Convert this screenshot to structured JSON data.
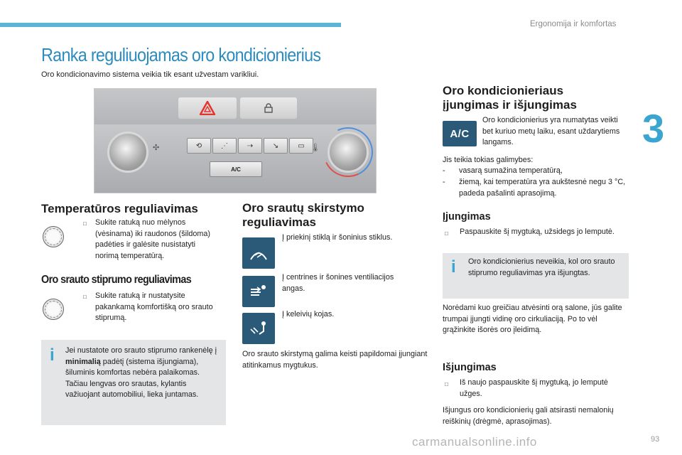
{
  "header": {
    "section_label": "Ergonomija ir komfortas",
    "chapter": "3"
  },
  "page": {
    "title": "Ranka reguliuojamas oro kondicionierius",
    "subtitle": "Oro kondicionavimo sistema veikia tik esant užvestam varikliui."
  },
  "panel": {
    "ac_label": "A/C",
    "hazard_icon": "hazard-triangle-icon",
    "lock_icon": "lock-icon"
  },
  "temperature": {
    "heading": "Temperatūros reguliavimas",
    "bullet": "Sukite ratuką nuo mėlynos (vėsinama) iki raudonos (šildoma) padėties ir galėsite nusistatyti norimą temperatūrą."
  },
  "airflow": {
    "heading": "Oro srauto stiprumo reguliavimas",
    "bullet": "Sukite ratuką ir nustatysite pakankamą komfortišką oro srauto stiprumą."
  },
  "info_left": {
    "text_pre": "Jei nustatote oro srauto stiprumo rankenėlę į ",
    "text_bold": "minimalią",
    "text_post": " padėtį (sistema išjungiama), šiluminis komfortas nebėra palaikomas. Tačiau lengvas oro srautas, kylantis važiuojant automobiliui, lieka juntamas."
  },
  "distribution": {
    "heading_line1": "Oro srautų skirstymo",
    "heading_line2": "reguliavimas",
    "items": [
      {
        "text": "Į priekinį stiklą ir šoninius stiklus.",
        "icon": "windscreen-vent-icon"
      },
      {
        "text": "Į centrines ir šonines ventiliacijos angas.",
        "icon": "face-vent-icon"
      },
      {
        "text": "Į keleivių kojas.",
        "icon": "footwell-vent-icon"
      }
    ],
    "note": "Oro srauto skirstymą galima keisti papildomai įjungiant atitinkamus mygtukus."
  },
  "ac": {
    "heading_line1": "Oro kondicionieriaus",
    "heading_line2": "įjungimas ir išjungimas",
    "icon_label": "A/C",
    "intro": "Oro kondicionierius yra numatytas veikti bet kuriuo metų laiku, esant uždarytiems langams.",
    "benefits_title": "Jis teikia tokias galimybes:",
    "benefits": [
      "vasarą sumažina temperatūrą,",
      "žiemą, kai temperatūra yra aukštesnė negu 3 °C, padeda pašalinti aprasojimą."
    ]
  },
  "switch_on": {
    "heading": "Įjungimas",
    "bullet": "Paspauskite šį mygtuką, užsidegs jo lemputė.",
    "info": "Oro kondicionierius neveikia, kol oro srauto stiprumo reguliavimas yra išjungtas.",
    "tip": "Norėdami kuo greičiau atvėsinti orą salone, jūs galite trumpai įjungti vidinę oro cirkuliaciją. Po to vėl grąžinkite išorės oro įleidimą."
  },
  "switch_off": {
    "heading": "Išjungimas",
    "bullet": "Iš naujo paspauskite šį mygtuką, jo lemputė užges.",
    "note": "Išjungus oro kondicionierių gali atsirasti nemalonių reiškinių (drėgmė, aprasojimas)."
  },
  "footer": {
    "page_number": "93",
    "watermark": "carmanualsonline.info"
  }
}
